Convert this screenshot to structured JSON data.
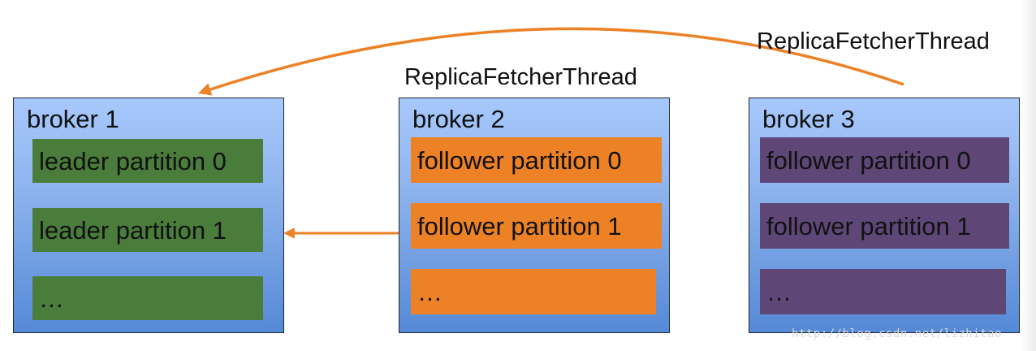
{
  "labels": {
    "top_thread": "ReplicaFetcherThread",
    "middle_thread": "ReplicaFetcherThread"
  },
  "brokers": [
    {
      "title": "broker 1",
      "partitions": [
        "leader partition 0",
        "leader partition 1",
        "…"
      ]
    },
    {
      "title": "broker 2",
      "partitions": [
        "follower partition 0",
        "follower partition 1",
        "…"
      ]
    },
    {
      "title": "broker 3",
      "partitions": [
        "follower partition 0",
        "follower partition 1",
        "…"
      ]
    }
  ],
  "watermark": "http://blog.csdn.net/lizhitao",
  "colors": {
    "leader": "#4a7c3b",
    "follower_orange": "#ec8125",
    "follower_purple": "#5e4676",
    "arrow": "#ec8125"
  }
}
